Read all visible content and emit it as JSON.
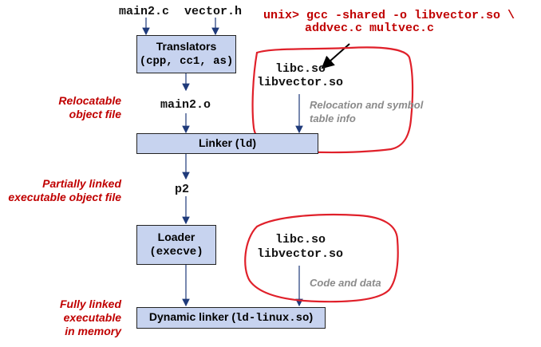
{
  "inputs": {
    "main_src": "main2.c",
    "vector_hdr": "vector.h"
  },
  "translators": {
    "title": "Translators",
    "subtitle": "(cpp, cc1, as)"
  },
  "relocatable_label": {
    "line1": "Relocatable",
    "line2": "object file"
  },
  "main_obj": "main2.o",
  "shell_command": {
    "line1": "unix> gcc -shared -o libvector.so \\",
    "line2": "addvec.c multvec.c"
  },
  "shared_libs_top": {
    "libc": "libc.so",
    "libvector": "libvector.so",
    "note_line1": "Relocation and symbol",
    "note_line2": "table info"
  },
  "linker": {
    "label": "Linker (",
    "cmd": "ld",
    "close": ")"
  },
  "partial_label": {
    "line1": "Partially linked",
    "line2": "executable object file"
  },
  "partial_exe": "p2",
  "loader": {
    "title": "Loader",
    "cmd": "(execve)"
  },
  "shared_libs_bottom": {
    "libc": "libc.so",
    "libvector": "libvector.so",
    "note": "Code and data"
  },
  "full_label": {
    "line1": "Fully linked",
    "line2": "executable",
    "line3": "in memory"
  },
  "dynamic_linker": {
    "label": "Dynamic linker (",
    "cmd": "ld-linux.so",
    "close": ")"
  },
  "colors": {
    "box_fill": "#c7d3ef",
    "accent_red": "#c00000",
    "arrow_navy": "#1f3a7a",
    "note_gray": "#8a8a8a"
  }
}
